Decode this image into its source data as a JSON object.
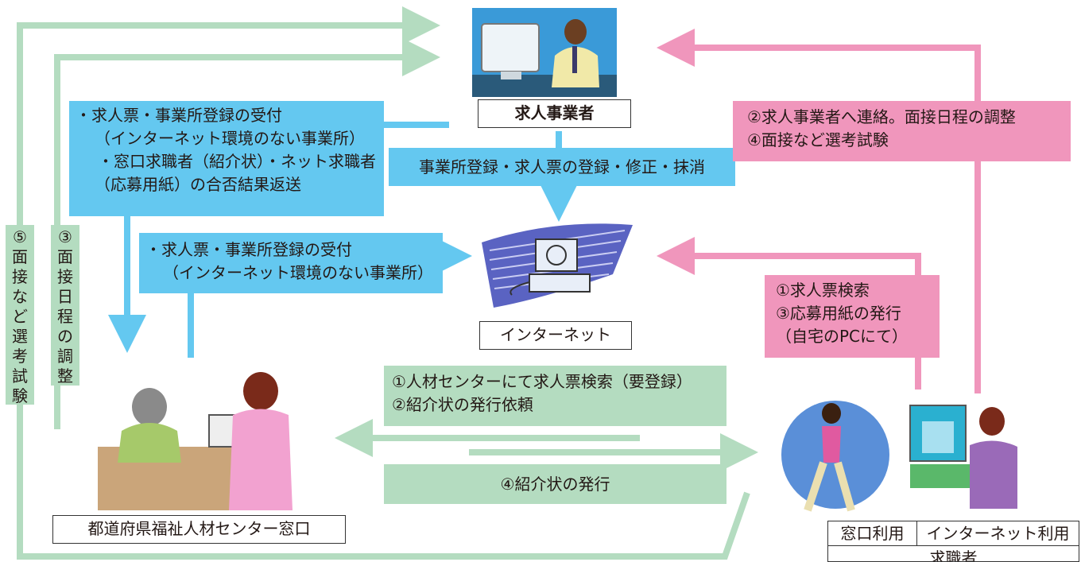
{
  "nodes": {
    "employer": "求人事業者",
    "internet": "インターネット",
    "center": "都道府県福祉人材センター窓口",
    "jobseeker": "求職者",
    "window_use": "窓口利用",
    "internet_use": "インターネット利用"
  },
  "labels": {
    "blue_top": [
      "・求人票・事業所登録の受付",
      "（インターネット環境のない事業所）",
      "・窓口求職者（紹介状）・ネット求職者",
      "（応募用紙）の合否結果返送"
    ],
    "blue_register": "事業所登録・求人票の登録・修正・抹消",
    "blue_mid": [
      "・求人票・事業所登録の受付",
      "（インターネット環境のない事業所）"
    ],
    "pink_top": [
      "②求人事業者へ連絡。面接日程の調整",
      "④面接など選考試験"
    ],
    "pink_mid": [
      "①求人票検索",
      "③応募用紙の発行",
      "（自宅のPCにて）"
    ],
    "green_search": [
      "①人材センターにて求人票検索（要登録）",
      "②紹介状の発行依頼"
    ],
    "green_issue": "④紹介状の発行",
    "green_v_left": "⑤面接など選考試験",
    "green_v_right": "③面接日程の調整"
  },
  "colors": {
    "blue": "#64c8f0",
    "pink": "#f096bc",
    "green": "#b4dcc0"
  }
}
